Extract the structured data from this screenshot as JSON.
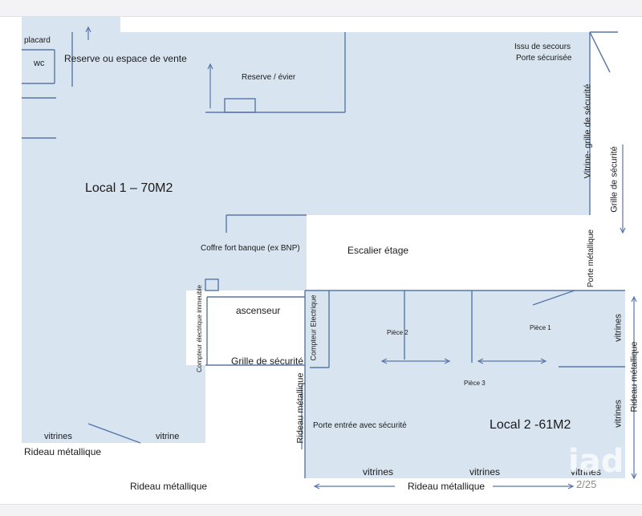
{
  "colors": {
    "fill": "#d8e4f0",
    "line": "#5876a8",
    "text": "#1b1b1b"
  },
  "labels": {
    "placard": "placard",
    "wc": "wc",
    "reserve_vente": "Reserve ou espace de vente",
    "reserve_evier": "Reserve / évier",
    "issue_secours": "Issu de secours",
    "porte_securisee": "Porte sécurisée",
    "vitrine_grille": "Vitrine-   grille de sécurité",
    "grille_securite_right": "Grille de sécurité",
    "local1": "Local 1 – 70M2",
    "coffre": "Coffre fort banque (ex BNP)",
    "escalier": "Escalier étage",
    "porte_metallique": "Porte métallique",
    "ascenseur": "ascenseur",
    "compteur_immeuble": "Compteur électrique immeuble",
    "compteur_electrique": "Compteur Electrique",
    "grille_securite_center": "Grille de sécurité",
    "piece2": "Pièce 2",
    "piece1": "Pièce 1",
    "piece3": "Pièce 3",
    "vitrines_right_top": "vitrines",
    "rideau_right": "Rideau métallique",
    "vitrines_right_bottom": "vitrines",
    "rideau_center_vertical": "Rideau métallique",
    "porte_entree": "Porte entrée avec sécurité",
    "local2": "Local 2 -61M2",
    "vitrines_left1": "vitrines",
    "vitrines_left2": "vitrine",
    "rideau_left": "Rideau métallique",
    "vitrines_b1": "vitrines",
    "vitrines_b2": "vitrines",
    "vitrines_b3": "vitrines",
    "rideau_bottom_left": "Rideau métallique",
    "rideau_bottom_right": "Rideau métallique",
    "page_counter": "2/25",
    "watermark": "iad"
  }
}
